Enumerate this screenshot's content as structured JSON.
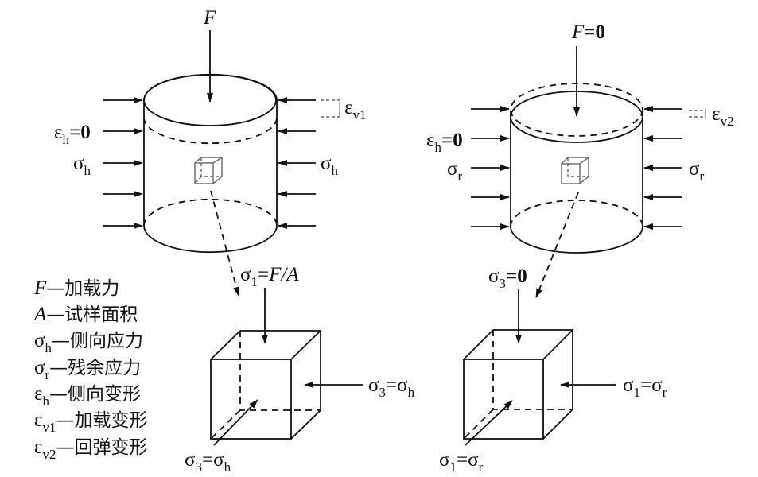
{
  "left": {
    "force": [
      "F"
    ],
    "eps_h": [
      "ε",
      "h",
      "=0"
    ],
    "sigma_left": [
      "σ",
      "h"
    ],
    "sigma_right": [
      "σ",
      "h"
    ],
    "eps_v": [
      "ε",
      "v1"
    ],
    "cube_top": [
      "σ",
      "1",
      "=",
      "F",
      "/",
      "A"
    ],
    "cube_right": [
      "σ",
      "3",
      "=σ",
      "h"
    ],
    "cube_front": [
      "σ",
      "3",
      "=σ",
      "h"
    ]
  },
  "right": {
    "force": [
      "F",
      "=0"
    ],
    "eps_h": [
      "ε",
      "h",
      "=0"
    ],
    "sigma_left": [
      "σ",
      "r"
    ],
    "sigma_right": [
      "σ",
      "r"
    ],
    "eps_v": [
      "ε",
      "v2"
    ],
    "cube_top": [
      "σ",
      "3",
      "=0"
    ],
    "cube_right": [
      "σ",
      "1",
      "=σ",
      "r"
    ],
    "cube_front": [
      "σ",
      "1",
      "=σ",
      "r"
    ]
  },
  "legend": [
    {
      "sym": "F",
      "sub": "",
      "desc": "—加载力"
    },
    {
      "sym": "A",
      "sub": "",
      "desc": "—试样面积"
    },
    {
      "sym": "σ",
      "sub": "h",
      "desc": "—侧向应力"
    },
    {
      "sym": "σ",
      "sub": "r",
      "desc": "—残余应力"
    },
    {
      "sym": "ε",
      "sub": "h",
      "desc": "—侧向变形"
    },
    {
      "sym": "ε",
      "sub": "v1",
      "desc": "—加载变形"
    },
    {
      "sym": "ε",
      "sub": "v2",
      "desc": "—回弹变形"
    }
  ]
}
